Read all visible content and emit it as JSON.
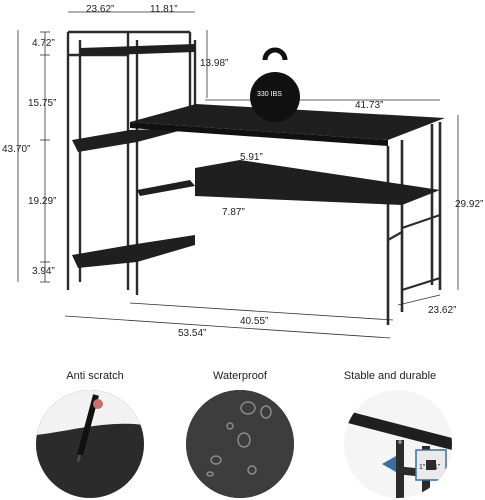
{
  "dimensions": {
    "top_left_width": "23.62”",
    "top_right_width": "11.81”",
    "shelf_top_gap": "4.72”",
    "shelf_mid_gap": "15.75”",
    "total_height": "43.70”",
    "shelf_lower_gap": "19.29”",
    "shelf_bottom_gap": "3.94”",
    "hutch_height": "13.98”",
    "desk_length": "41.73”",
    "desk_height": "29.92”",
    "under_shelf_gap": "5.91”",
    "under_shelf_depth": "7.87”",
    "desk_depth": "23.62”",
    "inner_length": "40.55”",
    "total_length": "53.54”"
  },
  "weight_label": "330 IBS",
  "features": [
    {
      "label": "Anti scratch",
      "icon": "pen-scratch-icon"
    },
    {
      "label": "Waterproof",
      "icon": "water-droplets-icon"
    },
    {
      "label": "Stable and durable",
      "icon": "desk-corner-icon"
    }
  ],
  "leg_labels": [
    "1”",
    "1”"
  ],
  "colors": {
    "desk": "#1f1f1f",
    "frame": "#2b2b2b",
    "accent": "#3a6fa0"
  }
}
